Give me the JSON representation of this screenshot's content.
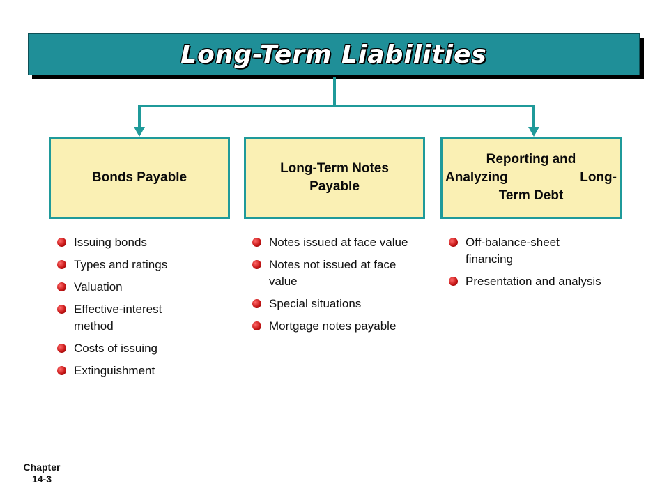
{
  "title": "Long-Term Liabilities",
  "boxes": [
    {
      "label": "Bonds Payable"
    },
    {
      "label": "Long-Term Notes Payable"
    },
    {
      "label_lines": [
        "Reporting and",
        "Analyzing Long-",
        "Term Debt"
      ]
    }
  ],
  "lists": {
    "bonds": [
      "Issuing bonds",
      "Types and ratings",
      "Valuation",
      "Effective-interest method",
      "Costs of issuing",
      "Extinguishment"
    ],
    "notes": [
      "Notes issued at face value",
      "Notes not issued at face value",
      "Special situations",
      "Mortgage notes payable"
    ],
    "reporting": [
      "Off-balance-sheet financing",
      "Presentation and analysis"
    ]
  },
  "footer": {
    "line1": "Chapter",
    "line2": "14-3"
  },
  "colors": {
    "title_bg": "#1f8f98",
    "box_bg": "#faf0b4",
    "box_border": "#1f9a9a",
    "connector": "#1f9a9a",
    "bullet": "#c81818"
  }
}
